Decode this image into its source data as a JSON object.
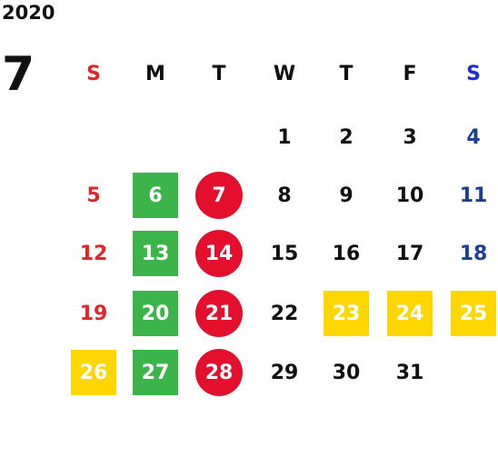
{
  "calendar": {
    "year": "2020",
    "month": "7",
    "weekdays": [
      "S",
      "M",
      "T",
      "W",
      "T",
      "F",
      "S"
    ],
    "days": [
      {
        "label": "1",
        "col": 3,
        "row": 0,
        "style": "plain"
      },
      {
        "label": "2",
        "col": 4,
        "row": 0,
        "style": "plain"
      },
      {
        "label": "3",
        "col": 5,
        "row": 0,
        "style": "plain"
      },
      {
        "label": "4",
        "col": 6,
        "row": 0,
        "style": "sat"
      },
      {
        "label": "5",
        "col": 0,
        "row": 1,
        "style": "sun"
      },
      {
        "label": "6",
        "col": 1,
        "row": 1,
        "style": "green"
      },
      {
        "label": "7",
        "col": 2,
        "row": 1,
        "style": "red"
      },
      {
        "label": "8",
        "col": 3,
        "row": 1,
        "style": "plain"
      },
      {
        "label": "9",
        "col": 4,
        "row": 1,
        "style": "plain"
      },
      {
        "label": "10",
        "col": 5,
        "row": 1,
        "style": "plain"
      },
      {
        "label": "11",
        "col": 6,
        "row": 1,
        "style": "sat"
      },
      {
        "label": "12",
        "col": 0,
        "row": 2,
        "style": "sun"
      },
      {
        "label": "13",
        "col": 1,
        "row": 2,
        "style": "green"
      },
      {
        "label": "14",
        "col": 2,
        "row": 2,
        "style": "red"
      },
      {
        "label": "15",
        "col": 3,
        "row": 2,
        "style": "plain"
      },
      {
        "label": "16",
        "col": 4,
        "row": 2,
        "style": "plain"
      },
      {
        "label": "17",
        "col": 5,
        "row": 2,
        "style": "plain"
      },
      {
        "label": "18",
        "col": 6,
        "row": 2,
        "style": "sat"
      },
      {
        "label": "19",
        "col": 0,
        "row": 3,
        "style": "sun"
      },
      {
        "label": "20",
        "col": 1,
        "row": 3,
        "style": "green"
      },
      {
        "label": "21",
        "col": 2,
        "row": 3,
        "style": "red"
      },
      {
        "label": "22",
        "col": 3,
        "row": 3,
        "style": "plain"
      },
      {
        "label": "23",
        "col": 4,
        "row": 3,
        "style": "yellow"
      },
      {
        "label": "24",
        "col": 5,
        "row": 3,
        "style": "yellow"
      },
      {
        "label": "25",
        "col": 6,
        "row": 3,
        "style": "yellow"
      },
      {
        "label": "26",
        "col": 0,
        "row": 4,
        "style": "yellow"
      },
      {
        "label": "27",
        "col": 1,
        "row": 4,
        "style": "green"
      },
      {
        "label": "28",
        "col": 2,
        "row": 4,
        "style": "red"
      },
      {
        "label": "29",
        "col": 3,
        "row": 4,
        "style": "plain"
      },
      {
        "label": "30",
        "col": 4,
        "row": 4,
        "style": "plain"
      },
      {
        "label": "31",
        "col": 5,
        "row": 4,
        "style": "plain"
      }
    ]
  },
  "colors": {
    "sunday": "#e2252b",
    "saturday": "#1c3f94",
    "green_highlight": "#3bb54a",
    "red_highlight": "#e30f2c",
    "yellow_highlight": "#ffd700"
  }
}
